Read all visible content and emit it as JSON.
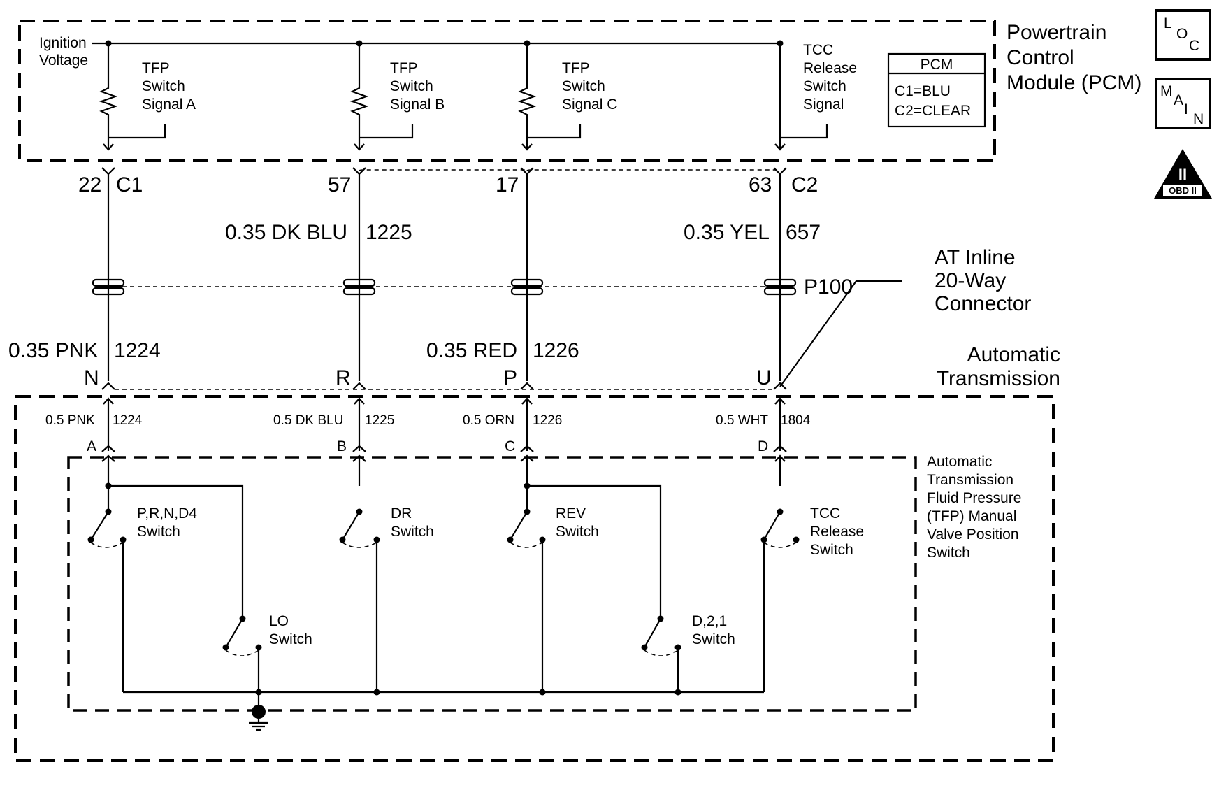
{
  "pcm": {
    "ignition": [
      "Ignition",
      "Voltage"
    ],
    "sig_a": [
      "TFP",
      "Switch",
      "Signal A"
    ],
    "sig_b": [
      "TFP",
      "Switch",
      "Signal B"
    ],
    "sig_c": [
      "TFP",
      "Switch",
      "Signal C"
    ],
    "tcc_sig": [
      "TCC",
      "Release",
      "Switch",
      "Signal"
    ],
    "legend_title": "PCM",
    "legend_c1": "C1=BLU",
    "legend_c2": "C2=CLEAR",
    "name": [
      "Powertrain",
      "Control",
      "Module (PCM)"
    ]
  },
  "badges": {
    "loc": [
      "L",
      "O",
      "C"
    ],
    "main": [
      "M",
      "A",
      "I",
      "N"
    ],
    "obd_numeral": "II",
    "obd_text": "OBD II"
  },
  "pins": {
    "p22": "22",
    "c1": "C1",
    "p57": "57",
    "p17": "17",
    "p63": "63",
    "c2": "C2"
  },
  "wires": {
    "w1225_size": "0.35 DK BLU",
    "w1225_num": "1225",
    "w657_size": "0.35 YEL",
    "w657_num": "657",
    "w1224_size": "0.35 PNK",
    "w1224_num": "1224",
    "w1226_size": "0.35 RED",
    "w1226_num": "1226"
  },
  "inline": {
    "p100": "P100",
    "label": [
      "AT Inline",
      "20-Way",
      "Connector"
    ],
    "n": "N",
    "r": "R",
    "p": "P",
    "u": "U"
  },
  "trans": {
    "name": [
      "Automatic",
      "Transmission"
    ],
    "wa": "0.5 PNK",
    "wa_num": "1224",
    "wb": "0.5 DK BLU",
    "wb_num": "1225",
    "wc": "0.5 ORN",
    "wc_num": "1226",
    "wd": "0.5 WHT",
    "wd_num": "1804",
    "a": "A",
    "b": "B",
    "c": "C",
    "d": "D"
  },
  "tfp": {
    "name": [
      "Automatic",
      "Transmission",
      "Fluid Pressure",
      "(TFP) Manual",
      "Valve Position",
      "Switch"
    ],
    "prnd4": [
      "P,R,N,D4",
      "Switch"
    ],
    "dr": [
      "DR",
      "Switch"
    ],
    "rev": [
      "REV",
      "Switch"
    ],
    "tcc": [
      "TCC",
      "Release",
      "Switch"
    ],
    "lo": [
      "LO",
      "Switch"
    ],
    "d21": [
      "D,2,1",
      "Switch"
    ]
  }
}
